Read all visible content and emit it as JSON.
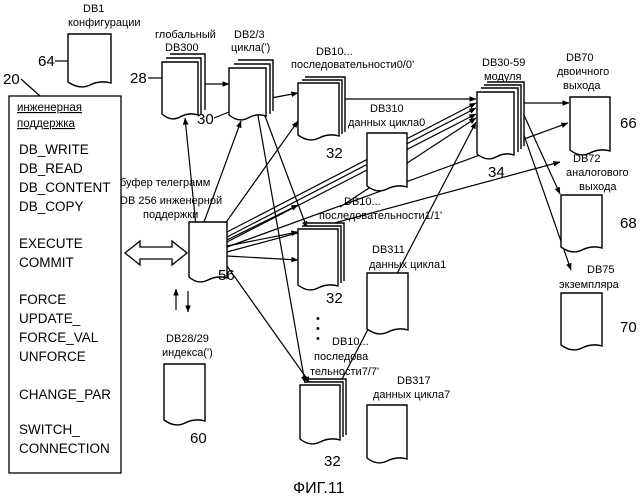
{
  "figure_caption": "ФИГ.11",
  "engineering_menu": {
    "ref": "20",
    "title": [
      "инженерная",
      "поддержка"
    ],
    "groups": [
      [
        "DB_WRITE",
        "DB_READ",
        "DB_CONTENT",
        "DB_COPY"
      ],
      [
        "EXECUTE",
        "COMMIT"
      ],
      [
        "FORCE",
        "UPDATE_",
        "FORCE_VAL",
        "UNFORCE"
      ],
      [
        "CHANGE_PAR"
      ],
      [
        "SWITCH_",
        "CONNECTION"
      ]
    ]
  },
  "blocks": {
    "db1": {
      "label": [
        "DB1",
        "конфигурации"
      ],
      "ref": "64"
    },
    "db300": {
      "label": [
        "глобальный",
        "DB300"
      ],
      "ref": "28"
    },
    "db2_3": {
      "label": [
        "DB2/3",
        "цикла(')"
      ],
      "ref": "30"
    },
    "db10_0": {
      "label": [
        "DB10...",
        "последовательности0/0'"
      ],
      "ref": "32"
    },
    "db310": {
      "label": [
        "DB310",
        "данных цикла0"
      ]
    },
    "db30_59": {
      "label": [
        "DB30-59",
        "модуля"
      ],
      "ref": "34"
    },
    "db70": {
      "label": [
        "DB70",
        "двоичного",
        "выхода"
      ],
      "ref": "66"
    },
    "db72": {
      "label": [
        "DB72",
        "аналогового",
        "выхода"
      ],
      "ref": "68"
    },
    "db75": {
      "label": [
        "DB75",
        "экземпляра"
      ],
      "ref": "70"
    },
    "db256": {
      "label": [
        "буфер телеграмм",
        "DB 256 инженерной",
        "поддержки"
      ],
      "ref": "56"
    },
    "db10_1": {
      "label": [
        "DB10...",
        "последовательности1/1'"
      ],
      "ref": "32"
    },
    "db311": {
      "label": [
        "DB311",
        "данных цикла1"
      ]
    },
    "db28_29": {
      "label": [
        "DB28/29",
        "индекса(')"
      ],
      "ref": "60"
    },
    "db10_7": {
      "label": [
        "DB10...",
        "последова",
        "тельности7/7'"
      ],
      "ref": "32"
    },
    "db317": {
      "label": [
        "DB317",
        "данных цикла7"
      ]
    }
  },
  "ellipsis": "•"
}
